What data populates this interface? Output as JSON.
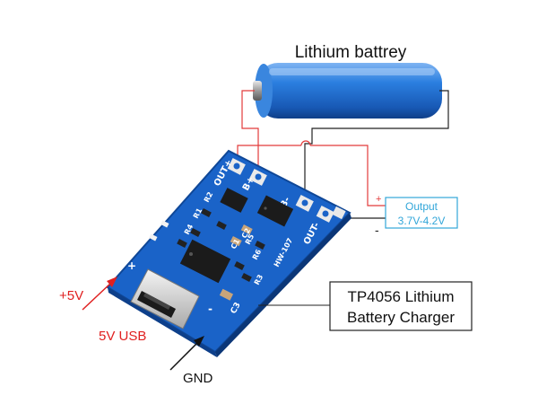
{
  "battery": {
    "label": "Lithium battrey"
  },
  "output": {
    "label_top": "Output",
    "label_bottom": "3.7V-4.2V",
    "plus": "+",
    "minus": "-"
  },
  "charger": {
    "line1": "TP4056 Lithium",
    "line2": "Battery Charger"
  },
  "input": {
    "plus_label": "+5V",
    "usb_label": "5V USB",
    "gnd_label": "GND"
  },
  "board": {
    "pad_out_plus": "OUT+",
    "pad_b_plus": "B+",
    "pad_b_minus": "B-",
    "pad_out_minus": "OUT-",
    "r1": "R1",
    "r2": "R2",
    "r3": "R3",
    "r4": "R4",
    "r5": "R5",
    "r6": "R6",
    "c1": "C1",
    "c2": "C2",
    "c3": "C3",
    "model": "HW-107",
    "plus_sign": "+",
    "minus_sign": "-"
  },
  "colors": {
    "board_blue": "#1a63c8",
    "wire_red": "#e23b3b",
    "wire_black": "#222222",
    "output_blue": "#32a6d9",
    "battery_blue": "#1f72d6",
    "arrow_red": "#e02020"
  }
}
